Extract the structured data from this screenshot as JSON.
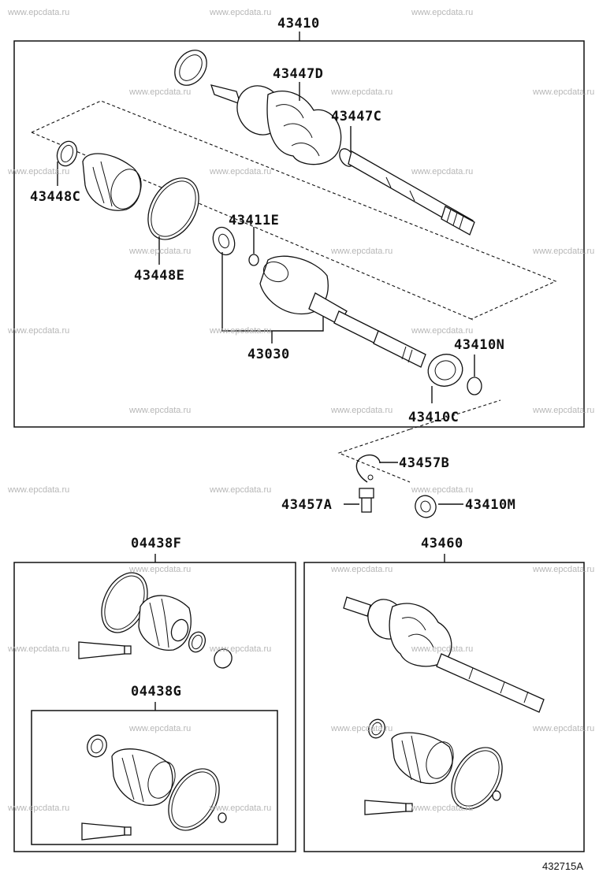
{
  "watermark": "www.epcdata.ru",
  "figure_number": "432715A",
  "part_numbers": {
    "p43410": "43410",
    "p43447D": "43447D",
    "p43447C": "43447C",
    "p43448C": "43448C",
    "p43411E": "43411E",
    "p43448E": "43448E",
    "p43030": "43030",
    "p43410N": "43410N",
    "p43410C": "43410C",
    "p43457B": "43457B",
    "p43457A": "43457A",
    "p43410M": "43410M",
    "p04438F": "04438F",
    "p43460": "43460",
    "p04438G": "04438G"
  }
}
